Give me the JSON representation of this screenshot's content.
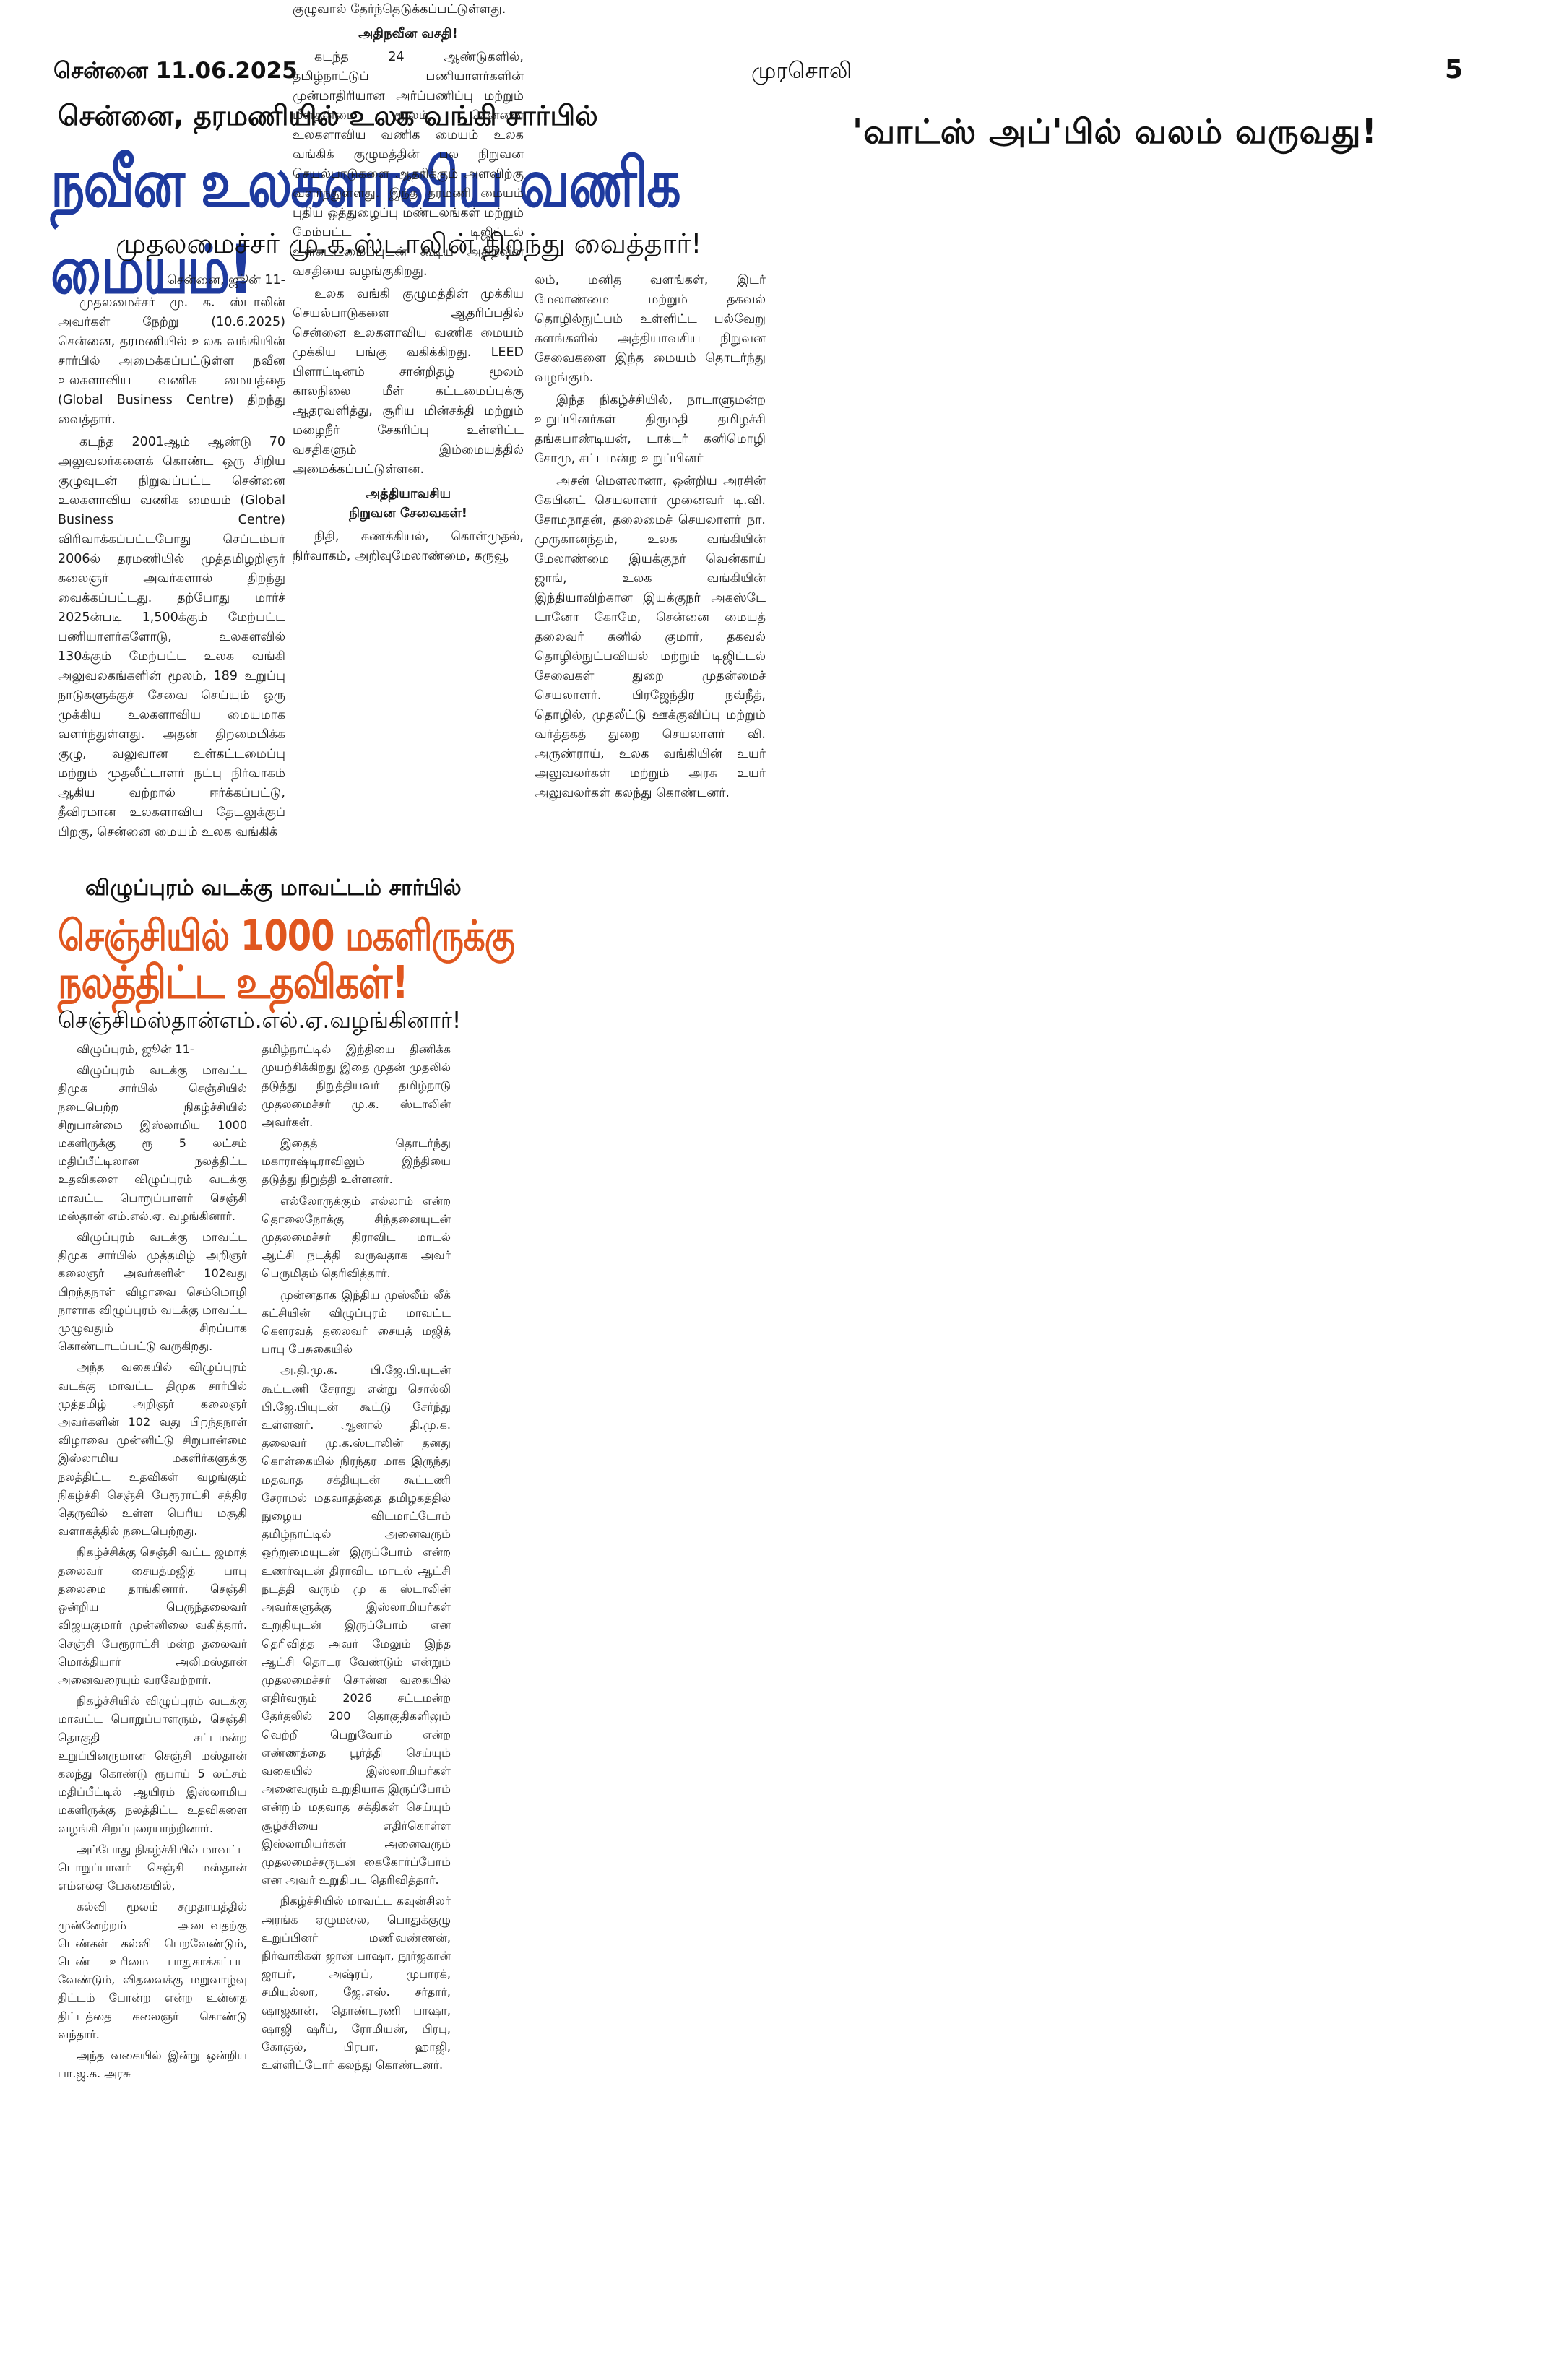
{
  "header": {
    "dateline": "சென்னை 11.06.2025",
    "paper": "முரசொலி",
    "page_no": "5",
    "whatsapp": "'வாட்ஸ் அப்'பில் வலம் வருவது!"
  },
  "story1": {
    "kicker": "சென்னை, தரமணியில் உலக வங்கி சார்பில்",
    "headline": "நவீன உலகளாவிய வணிக மையம்!",
    "subhead": "முதலமைச்சர் மு.க.ஸ்டாலின் திறந்து வைத்தார்!",
    "col1": [
      "சென்னை, ஜூன் 11-",
      "முதலமைச்சர் மு. க. ஸ்டாலின் அவர்கள் நேற்று (10.6.2025) சென்னை, தரமணியில் உலக வங்கியின் சார்பில் அமைக்கப்பட்டுள்ள நவீன உலகளாவிய வணிக மையத்தை (Global Business Centre) திறந்து வைத்தார்.",
      "கடந்த 2001ஆம் ஆண்டு 70 அலுவலர்களைக் கொண்ட ஒரு சிறிய குழுவுடன் நிறுவப்பட்ட சென்னை உலகளாவிய வணிக மையம் (Global Business Centre) விரிவாக்கப்பட்டபோது செப்டம்பர் 2006ல் தரமணியில் முத்தமிழறிஞர் கலைஞர் அவர்களால் திறந்து வைக்கப்பட்டது. தற்போது மார்ச் 2025ன்படி 1,500க்கும் மேற்பட்ட பணியாளர்களோடு, உலகளவில் 130க்கும் மேற்பட்ட உலக வங்கி அலுவலகங்களின் மூலம், 189 உறுப்பு நாடுகளுக்குச் சேவை செய்யும் ஒரு முக்கிய உலகளாவிய மையமாக வளர்ந்துள்ளது. அதன் திறமைமிக்க குழு, வலுவான உள்கட்டமைப்பு மற்றும் முதலீட்டாளர் நட்பு நிர்வாகம் ஆகிய வற்றால் ஈர்க்கப்பட்டு, தீவிரமான உலகளாவிய தேடலுக்குப் பிறகு, சென்னை மையம் உலக வங்கிக்"
    ],
    "col2": [
      "குழுவால் தேர்ந்தெடுக்கப்பட்டுள்ளது.",
      "கடந்த 24 ஆண்டுகளில், தமிழ்நாட்டுப் பணியாளர்களின் முன்மாதிரியான அர்ப்பணிப்பு மற்றும் மீள்தன்மை மூலம், சென்னை உலகளாவிய வணிக மையம் உலக வங்கிக் குழுமத்தின் பல நிறுவன செயல்பாடுகளை ஆதரிக்கும் அளவிற்கு வளர்ந்துள்ளது. இந்த தரமணி மையம் புதிய ஒத்துழைப்பு மண்டலங்கள் மற்றும் மேம்பட்ட டிஜிட்டல் உள்கட்டமைப்புடன் கூடிய அதிநவீன வசதியை வழங்குகிறது.",
      "உலக வங்கி குழுமத்தின் முக்கிய செயல்பாடுகளை ஆதரிப்பதில் சென்னை உலகளாவிய வணிக மையம் முக்கிய பங்கு வகிக்கிறது. LEED பிளாட்டினம் சான்றிதழ் மூலம் காலநிலை மீள் கட்டமைப்புக்கு ஆதரவளித்து, சூரிய மின்சக்தி மற்றும் மழைநீர் சேகரிப்பு உள்ளிட்ட வசதிகளும் இம்மையத்தில் அமைக்கப்பட்டுள்ளன.",
      "நிதி, கணக்கியல், கொள்முதல், நிர்வாகம், அறிவுமேலாண்மை, கருவூ"
    ],
    "sub_h1": "அதிநவீன வசதி!",
    "sub_h2a": "அத்தியாவசிய",
    "sub_h2b": "நிறுவன சேவைகள்!",
    "col3": [
      "லம், மனித வளங்கள், இடர் மேலாண்மை மற்றும் தகவல் தொழில்நுட்பம் உள்ளிட்ட பல்வேறு களங்களில் அத்தியாவசிய நிறுவன சேவைகளை இந்த மையம் தொடர்ந்து வழங்கும்.",
      "இந்த நிகழ்ச்சியில், நாடாளுமன்ற உறுப்பினர்கள் திருமதி தமிழச்சி தங்கபாண்டியன், டாக்டர் கனிமொழி சோமு, சட்டமன்ற உறுப்பினர்",
      "அசன் மௌலானா, ஒன்றிய அரசின் கேபினட் செயலாளர் முனைவர் டி.வி. சோமநாதன், தலைமைச் செயலாளர் நா. முருகானந்தம், உலக வங்கியின் மேலாண்மை இயக்குநர் வென்காய் ஜாங், உலக வங்கியின் இந்தியாவிற்கான இயக்குநர் அகஸ்டே டானோ கோமே, சென்னை மையத் தலைவர் சுனில் குமார், தகவல் தொழில்நுட்பவியல் மற்றும் டிஜிட்டல் சேவைகள் துறை முதன்மைச் செயலாளர். பிரஜேந்திர நவ்நீத், தொழில், முதலீட்டு ஊக்குவிப்பு மற்றும் வர்த்தகத் துறை செயலாளர் வி. அருண்ராய், உலக வங்கியின் உயர் அலுவலர்கள் மற்றும் அரசு உயர் அலுவலர்கள் கலந்து கொண்டனர்."
    ]
  },
  "story2": {
    "kicker": "விழுப்புரம் வடக்கு மாவட்டம் சார்பில்",
    "headline_l1": "செஞ்சியில் 1000 மகளிருக்கு",
    "headline_l2": "நலத்திட்ட உதவிகள்!",
    "subhead": "செஞ்சிமஸ்தான்எம்.எல்.ஏ.வழங்கினார்!",
    "col1": [
      "விழுப்புரம், ஜூன் 11-",
      "விழுப்புரம் வடக்கு மாவட்ட திமுக சார்பில் செஞ்சியில் நடைபெற்ற நிகழ்ச்சியில் சிறுபான்மை இஸ்லாமிய 1000 மகளிருக்கு ரூ 5 லட்சம் மதிப்பீட்டிலான நலத்திட்ட உதவிகளை விழுப்புரம் வடக்கு மாவட்ட பொறுப்பாளர் செஞ்சி மஸ்தான் எம்.எல்.ஏ. வழங்கினார்.",
      "விழுப்புரம் வடக்கு மாவட்ட திமுக சார்பில் முத்தமிழ் அறிஞர் கலைஞர் அவர்களின் 102வது பிறந்தநாள் விழாவை செம்மொழி நாளாக விழுப்புரம் வடக்கு மாவட்ட முழுவதும் சிறப்பாக கொண்டாடப்பட்டு வருகிறது.",
      "அந்த வகையில் விழுப்புரம் வடக்கு மாவட்ட திமுக சார்பில் முத்தமிழ் அறிஞர் கலைஞர் அவர்களின் 102 வது பிறந்தநாள் விழாவை முன்னிட்டு சிறுபான்மை இஸ்லாமிய மகளிர்களுக்கு நலத்திட்ட உதவிகள் வழங்கும் நிகழ்ச்சி செஞ்சி பேரூராட்சி சத்திர தெருவில் உள்ள பெரிய மசூதி வளாகத்தில் நடைபெற்றது.",
      "நிகழ்ச்சிக்கு செஞ்சி வட்ட ஜமாத் தலைவர் சையத்மஜித் பாபு தலைமை தாங்கினார். செஞ்சி ஒன்றிய பெருந்தலைவர் விஜயகுமார் முன்னிலை வகித்தார். செஞ்சி பேரூராட்சி மன்ற தலைவர் மொக்தியார் அலிமஸ்தான் அனைவரையும் வரவேற்றார்.",
      "நிகழ்ச்சியில் விழுப்புரம் வடக்கு மாவட்ட பொறுப்பாளரும், செஞ்சி தொகுதி சட்டமன்ற உறுப்பினருமான செஞ்சி மஸ்தான் கலந்து கொண்டு ரூபாய் 5 லட்சம் மதிப்பீட்டில் ஆயிரம் இஸ்லாமிய மகளிருக்கு நலத்திட்ட உதவிகளை வழங்கி சிறப்புரையாற்றினார்.",
      "அப்போது நிகழ்ச்சியில் மாவட்ட பொறுப்பாளர் செஞ்சி மஸ்தான் எம்எல்ஏ பேசுகையில்,",
      "கல்வி மூலம் சமுதாயத்தில் முன்னேற்றம் அடைவதற்கு பெண்கள் கல்வி பெறவேண்டும், பெண் உரிமை பாதுகாக்கப்பட வேண்டும், விதவைக்கு மறுவாழ்வு திட்டம் போன்ற என்ற உன்னத திட்டத்தை கலைஞர் கொண்டு வந்தார்.",
      "அந்த வகையில் இன்று ஒன்றிய பா.ஜ.க. அரசு"
    ],
    "col2": [
      "தமிழ்நாட்டில் இந்தியை திணிக்க முயற்சிக்கிறது இதை முதன் முதலில் தடுத்து நிறுத்தியவர் தமிழ்நாடு முதலமைச்சர் மு.க. ஸ்டாலின் அவர்கள்.",
      "இதைத் தொடர்ந்து மகாராஷ்டிராவிலும் இந்தியை தடுத்து நிறுத்தி உள்ளனர்.",
      "எல்லோருக்கும் எல்லாம் என்ற தொலைநோக்கு சிந்தனையுடன் முதலமைச்சர் திராவிட மாடல் ஆட்சி நடத்தி வருவதாக அவர் பெருமிதம் தெரிவித்தார்.",
      "முன்னதாக இந்திய முஸ்லீம் லீக் கட்சியின் விழுப்புரம் மாவட்ட கௌரவத் தலைவர் சையத் மஜித் பாபு பேசுகையில்",
      "அ.தி.மு.க. பி.ஜே.பி.யுடன் கூட்டணி சேராது என்று சொல்லி பி.ஜே.பியுடன் கூட்டு சேர்ந்து உள்ளனர். ஆனால் தி.மு.க. தலைவர் மு.க.ஸ்டாலின் தனது கொள்கையில் நிரந்தர மாக இருந்து மதவாத சக்தியுடன் கூட்டணி சேராமல் மதவாதத்தை தமிழகத்தில் நுழைய விடமாட்டோம் தமிழ்நாட்டில் அனைவரும் ஒற்றுமையுடன் இருப்போம் என்ற உணர்வுடன் திராவிட மாடல் ஆட்சி நடத்தி வரும் மு க ஸ்டாலின் அவர்களுக்கு இஸ்லாமியர்கள் உறுதியுடன் இருப்போம் என தெரிவித்த அவர் மேலும் இந்த ஆட்சி தொடர வேண்டும் என்றும் முதலமைச்சர் சொன்ன வகையில் எதிர்வரும் 2026 சட்டமன்ற தேர்தலில் 200 தொகுதிகளிலும் வெற்றி பெறுவோம் என்ற எண்ணத்தை பூர்த்தி செய்யும் வகையில் இஸ்லாமியர்கள் அனைவரும் உறுதியாக இருப்போம் என்றும் மதவாத சக்திகள் செய்யும் சூழ்ச்சியை எதிர்கொள்ள இஸ்லாமியர்கள் அனைவரும் முதலமைச்சருடன் கைகோர்ப்போம் என அவர் உறுதிபட தெரிவித்தார்.",
      "நிகழ்ச்சியில் மாவட்ட கவுன்சிலர் அரங்க ஏழுமலை, பொதுக்குழு உறுப்பினர் மணிவண்ணன், நிர்வாகிகள் ஜான் பாஷா, நூர்ஜகான் ஜாபர், அஷ்ரப், முபாரக், சமியுல்லா, ஜே.எஸ். சர்தார், ஷாஜகான், தொண்டரணி பாஷா, ஷாஜி ஷரீப், ரோமியன், பிரபு, கோகுல், பிரபா, ஹாஜி, உள்ளிட்டோர் கலந்து கொண்டனர்."
    ]
  }
}
